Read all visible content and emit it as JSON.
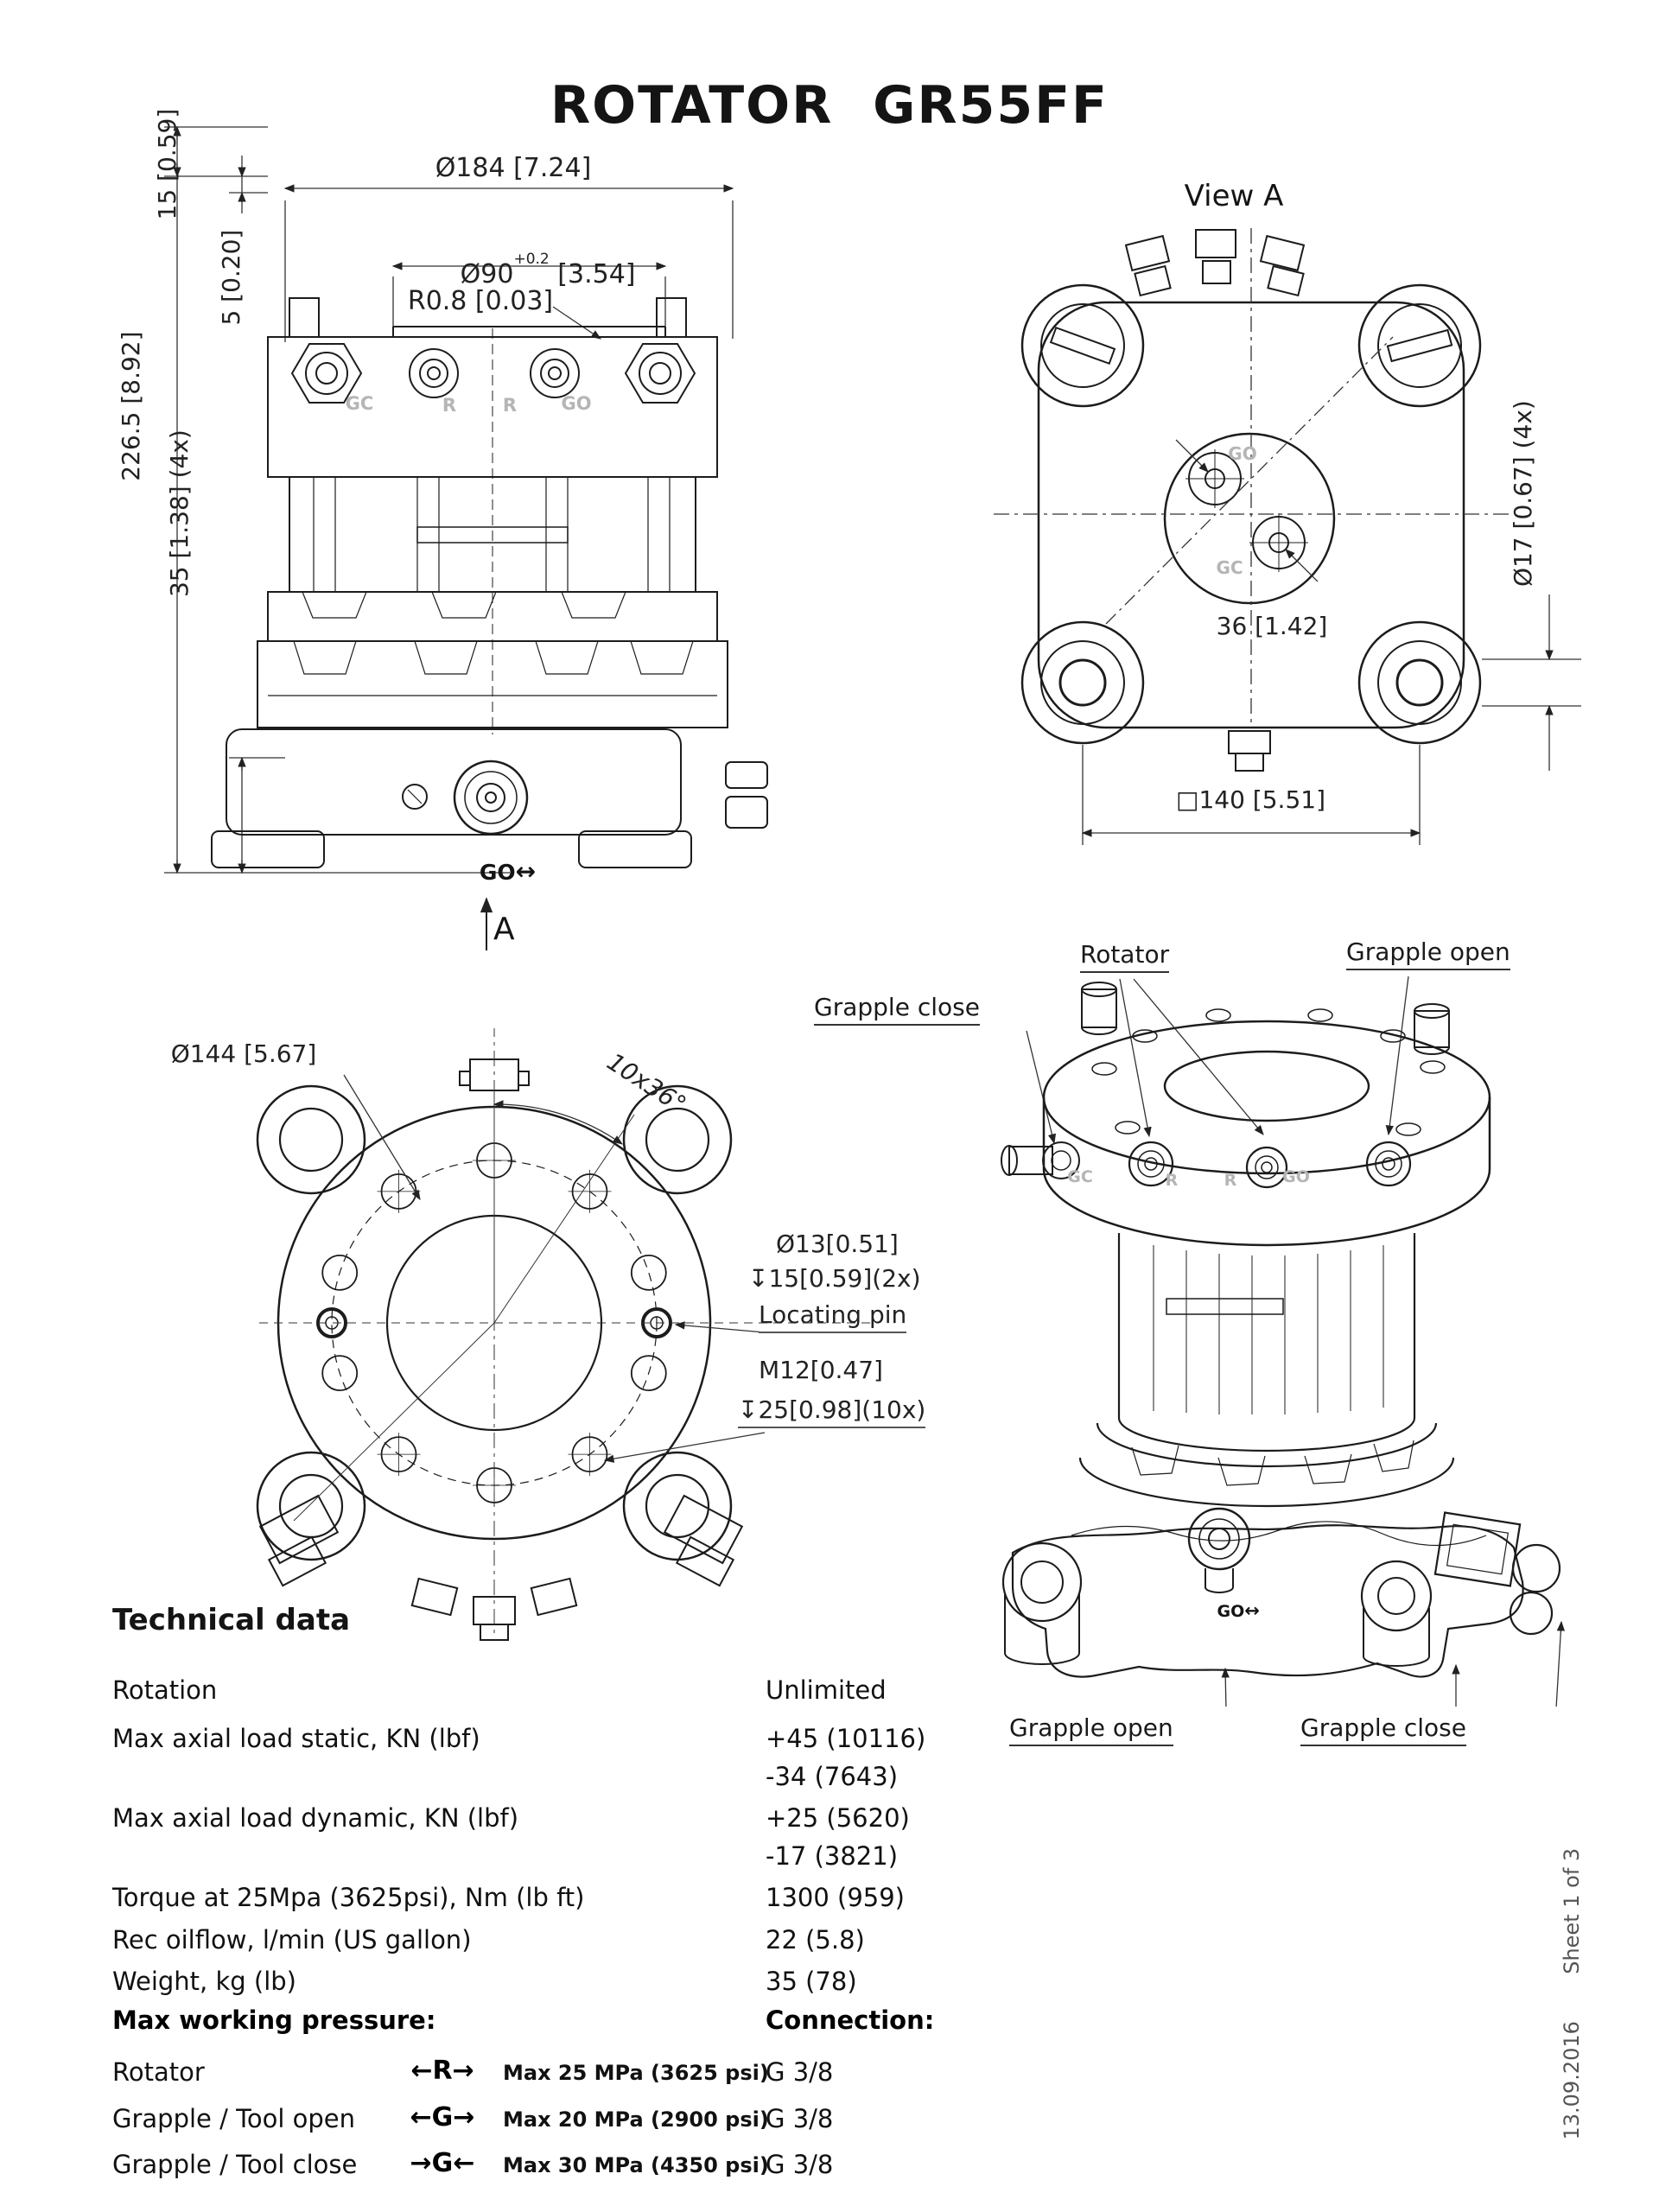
{
  "title": "ROTATOR  GR55FF",
  "front_view": {
    "dim_dia184": "Ø184 [7.24]",
    "dim_dia90_base": "Ø90",
    "dim_dia90_tol": "+0.2",
    "dim_dia90_inch": "[3.54]",
    "dim_r08": "R0.8 [0.03]",
    "dim_15": "15 [0.59]",
    "dim_5": "5 [0.20]",
    "dim_2265": "226.5 [8.92]",
    "dim_35": "35 [1.38] (4x)",
    "port_labels": [
      "GC",
      "R",
      "R",
      "GO"
    ],
    "go_marking": "GO",
    "go_arrow": "↔",
    "section_arrow_label": "A"
  },
  "view_a": {
    "title": "View A",
    "dim_36": "36 [1.42]",
    "dim_140": "□140 [5.51]",
    "dim_17": "Ø17 [0.67] (4x)",
    "hole_label_go": "GO",
    "hole_label_gc": "GC"
  },
  "bottom_view": {
    "dim_dia144": "Ø144 [5.67]",
    "dim_angle": "10x36°",
    "callout_dia13": "Ø13[0.51]",
    "callout_depth15": "↧15[0.59](2x)",
    "callout_locating_pin": "Locating pin",
    "callout_m12": "M12[0.47]",
    "callout_depth25": "↧25[0.98](10x)"
  },
  "iso_view": {
    "label_grapple_close_top": "Grapple close",
    "label_rotator": "Rotator",
    "label_grapple_open_top": "Grapple open",
    "label_grapple_open_bottom": "Grapple open",
    "label_grapple_close_bottom": "Grapple close",
    "port_labels": [
      "GC",
      "R",
      "R",
      "GO"
    ],
    "go_marking": "GO",
    "go_arrow": "↔"
  },
  "technical_data": {
    "heading": "Technical data",
    "rows": [
      {
        "label": "Rotation",
        "values": [
          "Unlimited"
        ]
      },
      {
        "label": "Max axial load static, KN (lbf)",
        "values": [
          "+45 (10116)",
          "-34 (7643)"
        ]
      },
      {
        "label": "Max axial load dynamic, KN (lbf)",
        "values": [
          "+25 (5620)",
          "-17 (3821)"
        ]
      },
      {
        "label": "Torque at 25Mpa (3625psi), Nm (lb ft)",
        "values": [
          "1300 (959)"
        ]
      },
      {
        "label": "Rec oilflow, l/min (US gallon)",
        "values": [
          "22 (5.8)"
        ]
      },
      {
        "label": "Weight, kg (lb)",
        "values": [
          "35 (78)"
        ]
      }
    ],
    "pressure_heading": "Max working pressure:",
    "connection_heading": "Connection:",
    "pressure_rows": [
      {
        "label": "Rotator",
        "arrow": "←R→",
        "pressure": "Max 25 MPa (3625 psi)",
        "connection": "G 3/8"
      },
      {
        "label": "Grapple / Tool open",
        "arrow": "←G→",
        "pressure": "Max 20 MPa (2900 psi)",
        "connection": "G 3/8"
      },
      {
        "label": "Grapple / Tool close",
        "arrow": "→G←",
        "pressure": "Max 30 MPa (4350 psi)",
        "connection": "G 3/8"
      }
    ]
  },
  "sheet_info": {
    "sheet": "Sheet 1 of 3",
    "date": "13.09.2016"
  },
  "colors": {
    "line": "#1c1c1c",
    "faint_label": "#b5b5b5",
    "text": "#111111",
    "sheet_text": "#555555"
  }
}
